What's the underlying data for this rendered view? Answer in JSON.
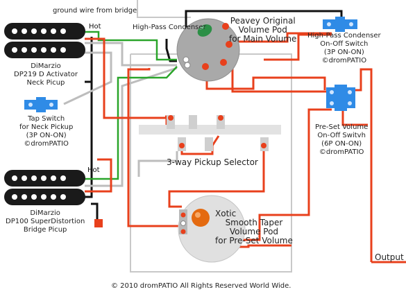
{
  "labels": {
    "ground_wire": "ground wire from bridge",
    "hot_neck": "Hot",
    "hot_bridge": "Hot",
    "hp_condenser": "High-Pass Condenser",
    "volume_pod": [
      "Peavey Original",
      "Volume Pod",
      "for Main Volume"
    ],
    "hp_switch": [
      "High-Pass Condenser",
      "On-Off Switch",
      "(3P ON-ON)",
      "©dromPATIO"
    ],
    "neck_pickup": [
      "DiMarzio",
      "DP219 D Activator",
      "Neck Picup"
    ],
    "tap_switch": [
      "Tap Switch",
      "for Neck Pickup",
      "(3P ON-ON)",
      "©dromPATIO"
    ],
    "preset_switch": [
      "Pre-Set Volume",
      "On-Off Switvh",
      "(6P ON-ON)",
      "©dromPATIO"
    ],
    "selector": "3-way Pickup Selector",
    "xotic_pod": [
      "Xotic",
      "Smooth Taper",
      "Volume Pod",
      "for Pre-Set Volume"
    ],
    "bridge_pickup": [
      "DiMarzio",
      "DP100 SuperDistortion",
      "Bridge Picup"
    ],
    "output": "Output",
    "copyright": "© 2010 dromPATIO All Rights Reserved World Wide."
  },
  "colors": {
    "hot_wire": "#e8401c",
    "ground_wire": "#111111",
    "green_wire": "#2aa52a",
    "white_wire": "#bdbdbd",
    "switch_blue": "#2f8be6",
    "pot_body": "#a9a9a9",
    "knob_orange": "#e46a10",
    "condenser_green": "#2c8f46",
    "panel_line": "#c8c8c8",
    "pickup_black": "#1a1a1a"
  }
}
